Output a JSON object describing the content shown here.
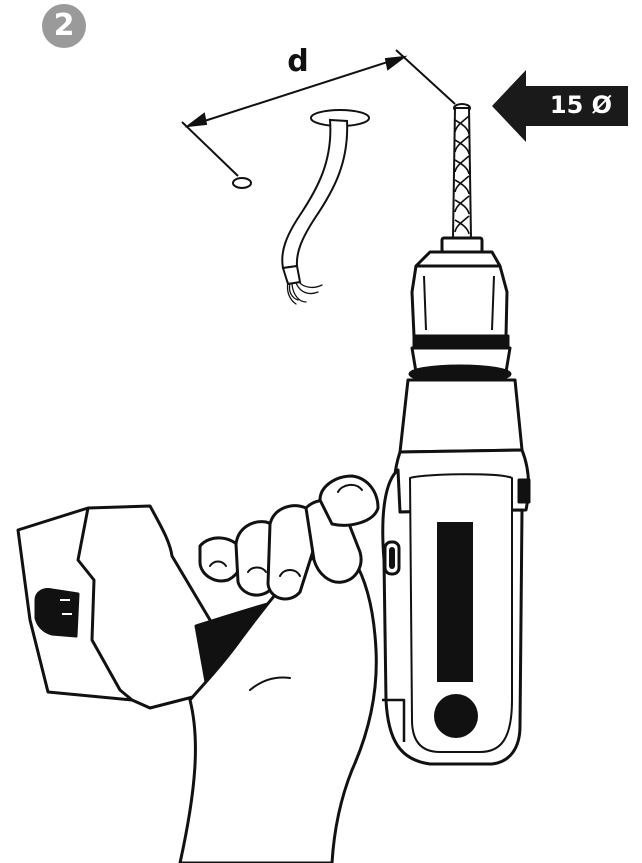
{
  "step": {
    "number": "2"
  },
  "distance": {
    "label": "d"
  },
  "drill_bit": {
    "size_label": "15 Ø"
  },
  "colors": {
    "ink": "#1a1a1a",
    "badge": "#9a9a9a",
    "paper": "#ffffff"
  },
  "icons": [
    "step-number-badge",
    "distance-dimension-line",
    "pilot-hole",
    "cable-exit-hole",
    "electrical-cable-icon",
    "drill-bit-icon",
    "cordless-drill-icon",
    "hand-icon",
    "arrow-left-icon"
  ]
}
